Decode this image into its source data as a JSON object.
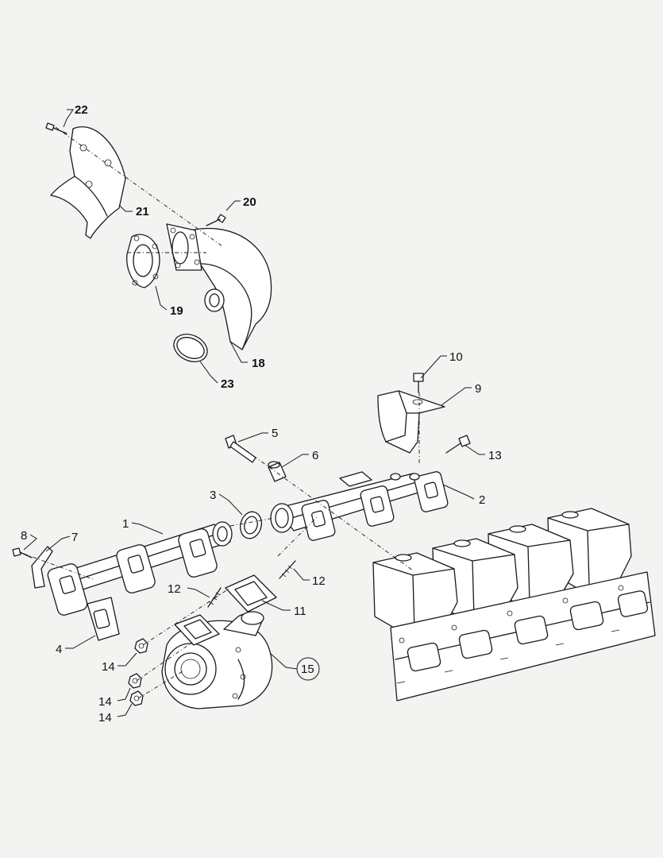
{
  "colors": {
    "line": "#1a1a1a",
    "paper": "#f3f3f1"
  },
  "labels": {
    "l1": "1",
    "l2": "2",
    "l3": "3",
    "l4": "4",
    "l5": "5",
    "l6": "6",
    "l7": "7",
    "l8": "8",
    "l9": "9",
    "l10": "10",
    "l11": "11",
    "l12a": "12",
    "l12b": "12",
    "l13": "13",
    "l14a": "14",
    "l14b": "14",
    "l14c": "14",
    "l15": "15",
    "l18": "18",
    "l19": "19",
    "l20": "20",
    "l21": "21",
    "l22": "22",
    "l23": "23"
  }
}
